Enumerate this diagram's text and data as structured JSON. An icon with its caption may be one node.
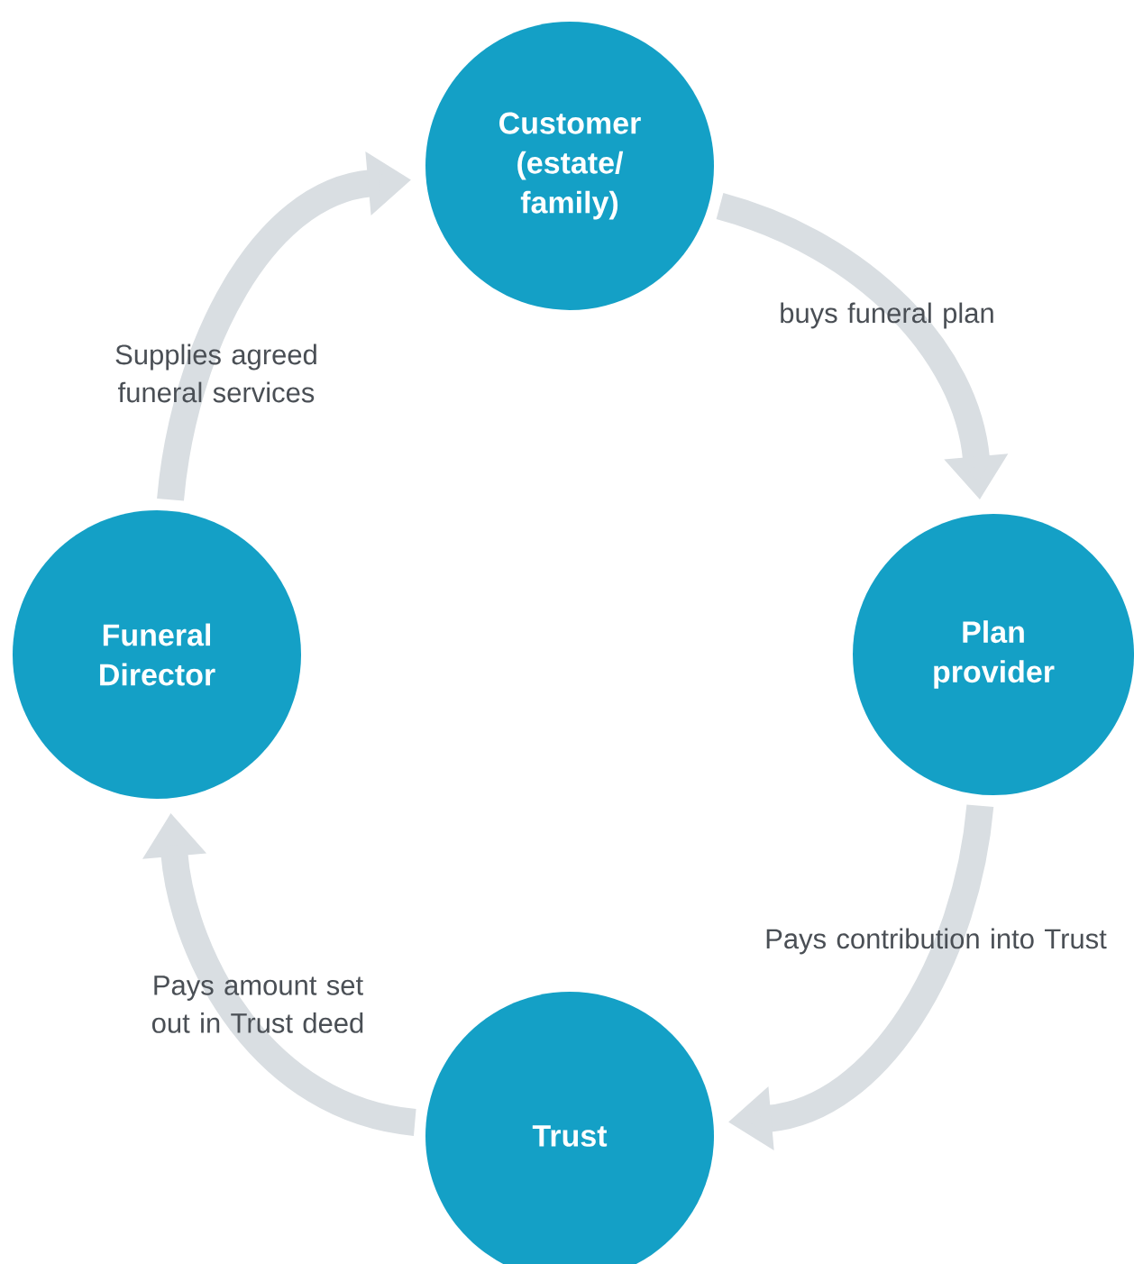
{
  "diagram": {
    "nodes": [
      {
        "text": [
          "Customer (estate/ family)"
        ]
      },
      {
        "text": [
          "Plan provider"
        ]
      },
      {
        "text": [
          "Trust"
        ]
      },
      {
        "text": [
          "Funeral Director"
        ]
      }
    ],
    "edges": [
      {
        "from": 0,
        "to": 1,
        "arrow": "to",
        "label": "buys funeral plan"
      },
      {
        "from": 1,
        "to": 2,
        "arrow": "to",
        "label": "Pays contribution into Trust"
      },
      {
        "from": 2,
        "to": 3,
        "arrow": "to",
        "label": "Pays amount set out in Trust deed"
      },
      {
        "from": 3,
        "to": 0,
        "arrow": "to",
        "label": "Supplies agreed funeral services"
      }
    ]
  }
}
